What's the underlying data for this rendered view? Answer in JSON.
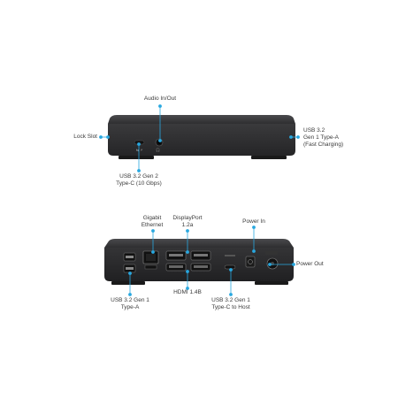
{
  "front": {
    "audio": "Audio In/Out",
    "lock": "Lock Slot",
    "usb_a_fast": [
      "USB 3.2",
      "Gen 1 Type-A",
      "(Fast Charging)"
    ],
    "usb_c": [
      "USB 3.2 Gen 2",
      "Type-C (10 Gbps)"
    ],
    "device_marks": {
      "usbc": "⇆ ⚡",
      "audio": "🎧"
    }
  },
  "rear": {
    "ethernet": [
      "Gigabit",
      "Ethernet"
    ],
    "displayport": [
      "DisplayPort",
      "1.2a"
    ],
    "power_in": "Power In",
    "power_out": "Power Out",
    "usb_a": [
      "USB 3.2 Gen 1",
      "Type-A"
    ],
    "hdmi": "HDMI 1.4B",
    "usb_c_host": [
      "USB 3.2 Gen 1",
      "Type-C to Host"
    ]
  },
  "colors": {
    "callout": "#29a8e0",
    "device": "#2b2b2d",
    "device_edge": "#1c1c1d"
  }
}
